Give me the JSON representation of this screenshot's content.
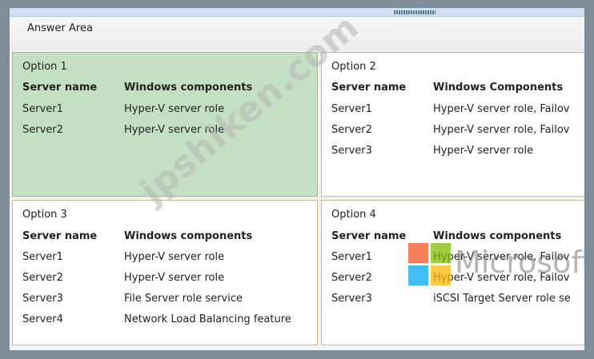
{
  "answer_area": {
    "title": "Answer Area"
  },
  "options": [
    {
      "title": "Option 1",
      "headers": [
        "Server name",
        "Windows components"
      ],
      "rows": [
        [
          "Server1",
          "Hyper-V server role"
        ],
        [
          "Server2",
          "Hyper-V server role"
        ]
      ]
    },
    {
      "title": "Option 2",
      "headers": [
        "Server name",
        "Windows Components"
      ],
      "rows": [
        [
          "Server1",
          "Hyper-V server role, Failov"
        ],
        [
          "Server2",
          "Hyper-V server role, Failov"
        ],
        [
          "Server3",
          "Hyper-V server role"
        ]
      ]
    },
    {
      "title": "Option 3",
      "headers": [
        "Server name",
        "Windows components"
      ],
      "rows": [
        [
          "Server1",
          "Hyper-V server role"
        ],
        [
          "Server2",
          "Hyper-V server role"
        ],
        [
          "Server3",
          "File Server role service"
        ],
        [
          "Server4",
          "Network Load Balancing feature"
        ]
      ]
    },
    {
      "title": "Option 4",
      "headers": [
        "Server name",
        "Windows components"
      ],
      "rows": [
        [
          "Server1",
          "Hyper-V server role, Failov"
        ],
        [
          "Server2",
          "Hyper-V server role, Failov"
        ],
        [
          "Server3",
          "iSCSI Target Server role se"
        ]
      ]
    }
  ],
  "watermark": {
    "text": "jpshiken.com"
  },
  "brand": {
    "text": "Microsoft"
  },
  "colors": {
    "selected_bg": "#c4e0c3",
    "border": "#c9b98b",
    "frame_bg": "#7f8d99"
  }
}
